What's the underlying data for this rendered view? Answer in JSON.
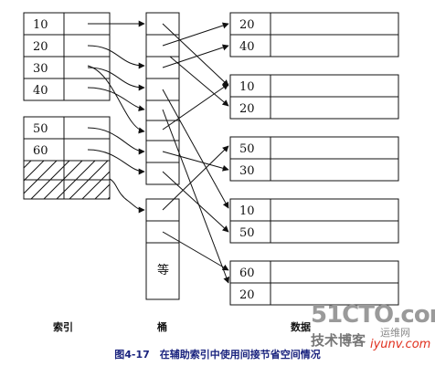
{
  "index_upper": [
    "10",
    "20",
    "30",
    "40"
  ],
  "index_lower": [
    "50",
    "60"
  ],
  "bucket_label": "等",
  "data_blocks": [
    [
      "20",
      "40"
    ],
    [
      "10",
      "20"
    ],
    [
      "50",
      "30"
    ],
    [
      "10",
      "50"
    ],
    [
      "60",
      "20"
    ]
  ],
  "labels": {
    "index": "索引",
    "bucket": "桶",
    "data": "数据"
  },
  "caption": "图4-17　在辅助索引中使用间接节省空间情况",
  "watermark": {
    "site": "51CTO.com",
    "blog": "技术博客",
    "url": "iyunv.com",
    "small": "运维网"
  }
}
